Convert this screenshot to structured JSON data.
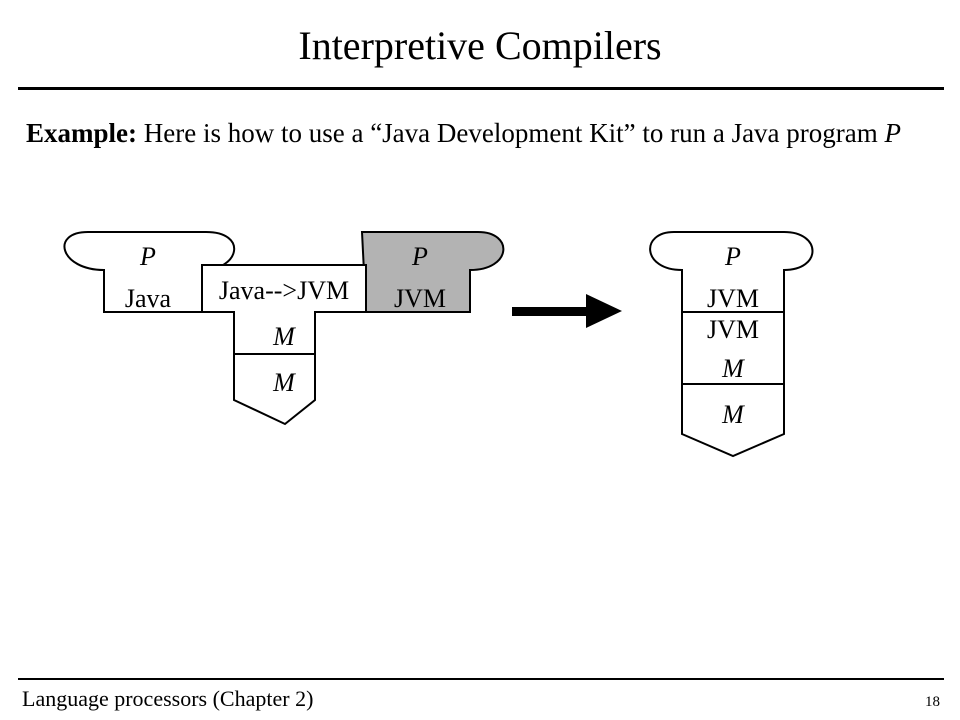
{
  "slide": {
    "title": "Interpretive Compilers",
    "intro": {
      "lead": "Example:",
      "text": " Here is how to use a “Java Development Kit” to run a Java program ",
      "program": "P"
    },
    "footer": {
      "left": "Language processors (Chapter 2)",
      "page": "18"
    }
  },
  "diagram": {
    "left": {
      "program_java": {
        "name": "P",
        "language": "Java"
      },
      "compiler": {
        "label": "Java-->JVM",
        "machine": "M"
      },
      "machine": "M",
      "program_jvm": {
        "name": "P",
        "language": "JVM",
        "fill": "#b3b3b3"
      }
    },
    "right": {
      "program": {
        "name": "P",
        "language": "JVM"
      },
      "interpreter": {
        "label": "JVM",
        "machine": "M"
      },
      "machine": "M"
    }
  }
}
